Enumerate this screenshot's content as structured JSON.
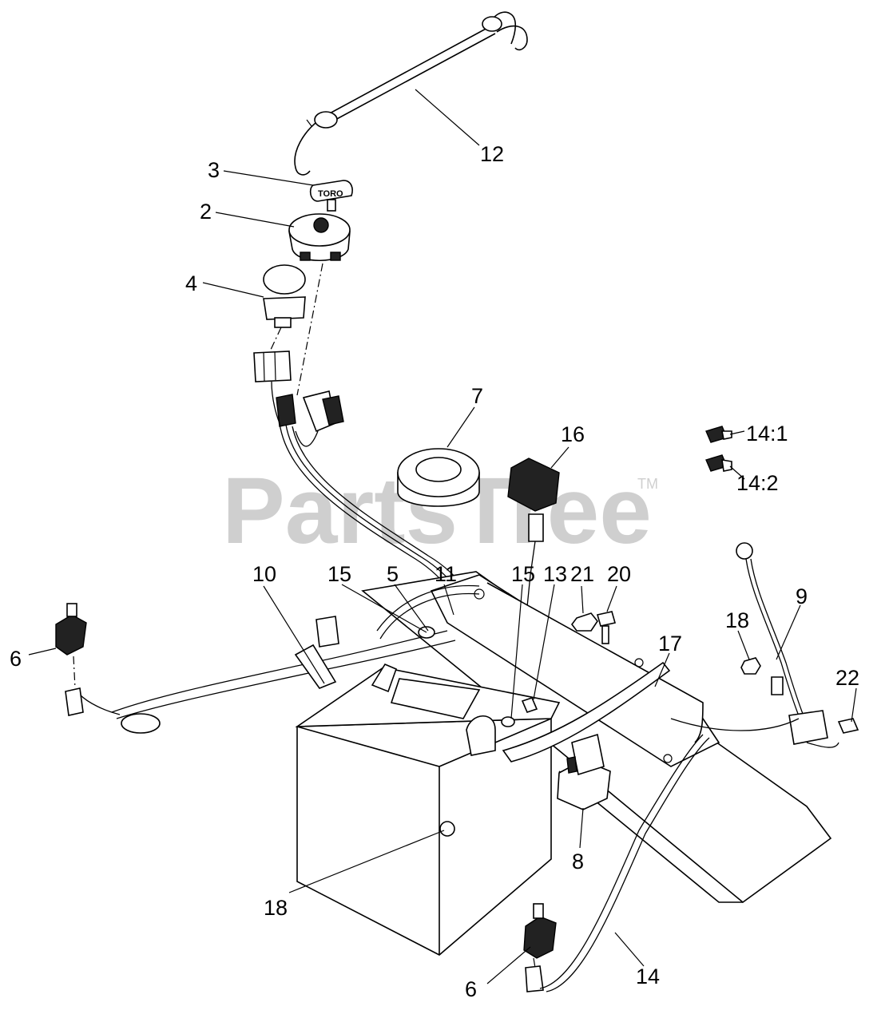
{
  "watermark": {
    "text": "PartsTree",
    "tm": "TM"
  },
  "key_label": "TORO",
  "callouts": [
    {
      "id": "c12",
      "label": "12"
    },
    {
      "id": "c3",
      "label": "3"
    },
    {
      "id": "c2",
      "label": "2"
    },
    {
      "id": "c4",
      "label": "4"
    },
    {
      "id": "c7",
      "label": "7"
    },
    {
      "id": "c16",
      "label": "16"
    },
    {
      "id": "c14-1",
      "label": "14:1"
    },
    {
      "id": "c14-2",
      "label": "14:2"
    },
    {
      "id": "c10",
      "label": "10"
    },
    {
      "id": "c15a",
      "label": "15"
    },
    {
      "id": "c5",
      "label": "5"
    },
    {
      "id": "c11",
      "label": "11"
    },
    {
      "id": "c15b",
      "label": "15"
    },
    {
      "id": "c13",
      "label": "13"
    },
    {
      "id": "c21",
      "label": "21"
    },
    {
      "id": "c20",
      "label": "20"
    },
    {
      "id": "c9",
      "label": "9"
    },
    {
      "id": "c18a",
      "label": "18"
    },
    {
      "id": "c17",
      "label": "17"
    },
    {
      "id": "c22",
      "label": "22"
    },
    {
      "id": "c6a",
      "label": "6"
    },
    {
      "id": "c8",
      "label": "8"
    },
    {
      "id": "c18b",
      "label": "18"
    },
    {
      "id": "c14",
      "label": "14"
    },
    {
      "id": "c6b",
      "label": "6"
    }
  ]
}
